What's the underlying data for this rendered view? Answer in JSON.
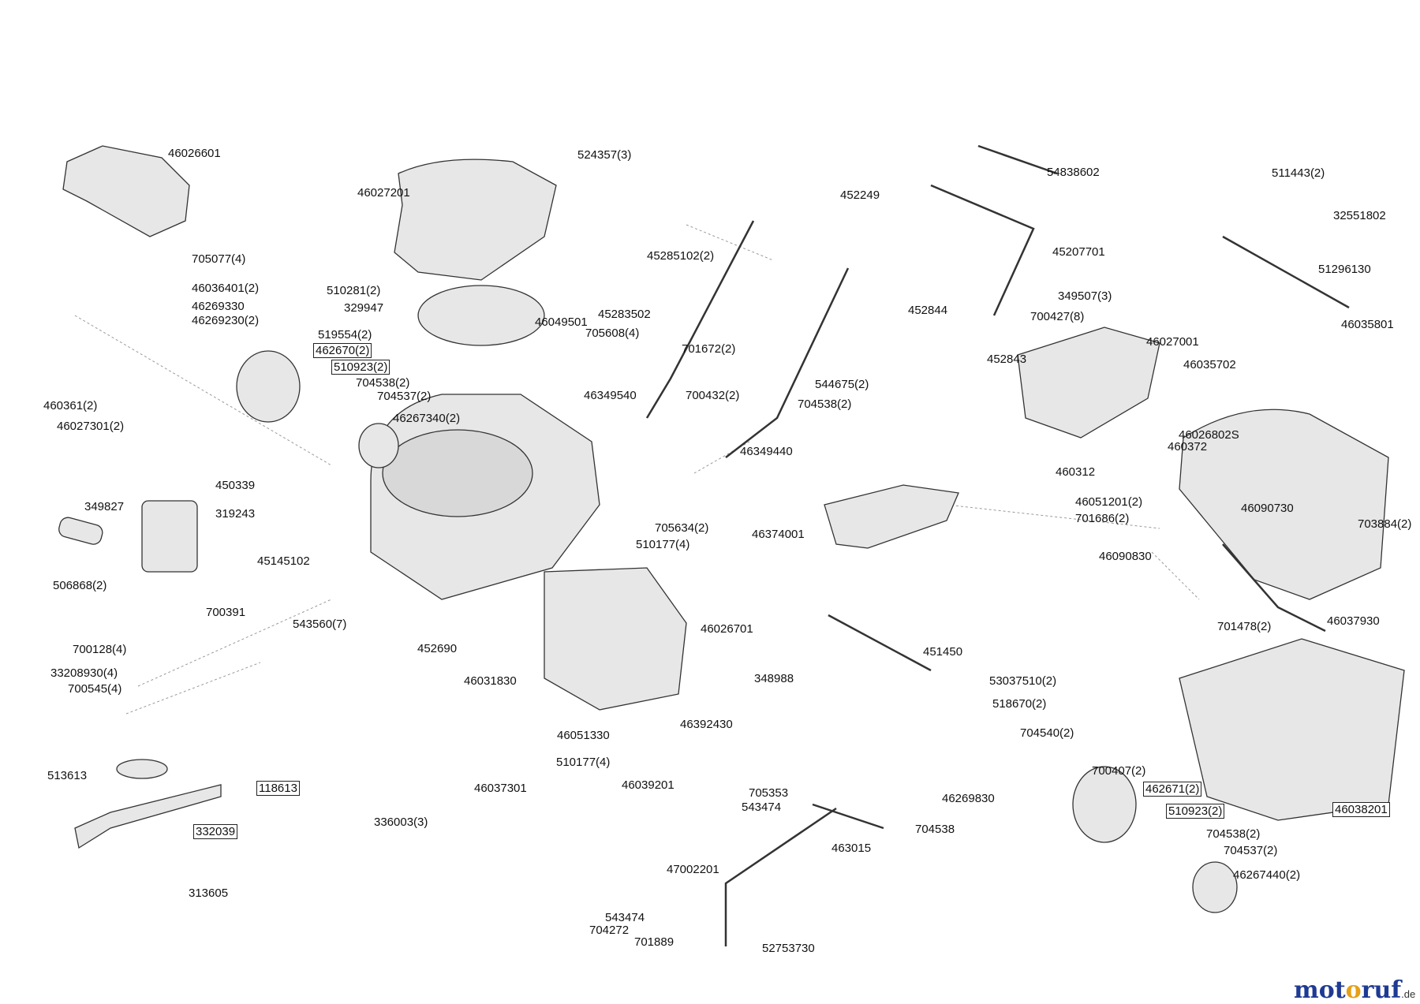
{
  "diagram": {
    "labels": [
      "46026601",
      "705077(4)",
      "46036401(2)",
      "46269330",
      "46269230(2)",
      "519554(2)",
      "462670(2)",
      "510923(2)",
      "704538(2)",
      "704537(2)",
      "460361(2)",
      "46027301(2)",
      "46267340(2)",
      "524357(3)",
      "46027201",
      "510281(2)",
      "329947",
      "46049501",
      "45285102(2)",
      "45283502",
      "705608(4)",
      "701672(2)",
      "700432(2)",
      "46349540",
      "544675(2)",
      "704538(2)",
      "46349440",
      "452249",
      "54838602",
      "45207701",
      "349507(3)",
      "452844",
      "700427(8)",
      "452843",
      "46027001",
      "511443(2)",
      "32551802",
      "51296130",
      "46035801",
      "46035702",
      "450339",
      "349827",
      "319243",
      "506868(2)",
      "700391",
      "700128(4)",
      "33208930(4)",
      "700545(4)",
      "45145102",
      "543560(7)",
      "705634(2)",
      "510177(4)",
      "46374001",
      "460372",
      "460312",
      "46051201(2)",
      "701686(2)",
      "46026802S",
      "46090730",
      "703884(2)",
      "46090830",
      "452690",
      "46026701",
      "46031830",
      "46051330",
      "46392430",
      "510177(4)",
      "46037301",
      "46039201",
      "705353",
      "543474",
      "336003(3)",
      "348988",
      "451450",
      "53037510(2)",
      "518670(2)",
      "704540(2)",
      "46269830",
      "704538",
      "463015",
      "47002201",
      "701478(2)",
      "46037930",
      "700407(2)",
      "462671(2)",
      "510923(2)",
      "704538(2)",
      "704537(2)",
      "46267440(2)",
      "46038201",
      "513613",
      "118613",
      "332039",
      "313605",
      "543474",
      "704272",
      "701889",
      "52753730"
    ]
  },
  "watermark": {
    "brand": "motoruf",
    "suffix": ".de",
    "color_dark": "#1f3a93",
    "color_accent": "#e6a017"
  }
}
